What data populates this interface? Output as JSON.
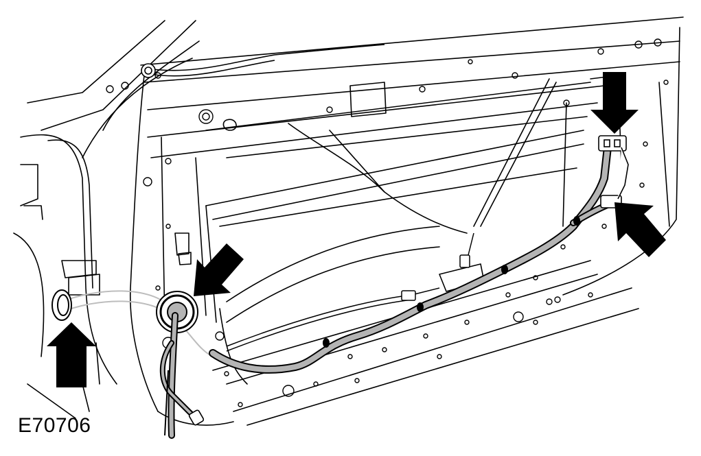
{
  "figure": {
    "reference_code": "E70706"
  },
  "colors": {
    "background": "#ffffff",
    "line": "#000000",
    "harness_fill": "#b4b4b4",
    "cable_ghost": "#bdbdbd",
    "arrow": "#000000"
  },
  "icons": {
    "arrow": "solid-block-arrow",
    "grommet": "rubber-grommet",
    "connector": "electrical-connector"
  }
}
